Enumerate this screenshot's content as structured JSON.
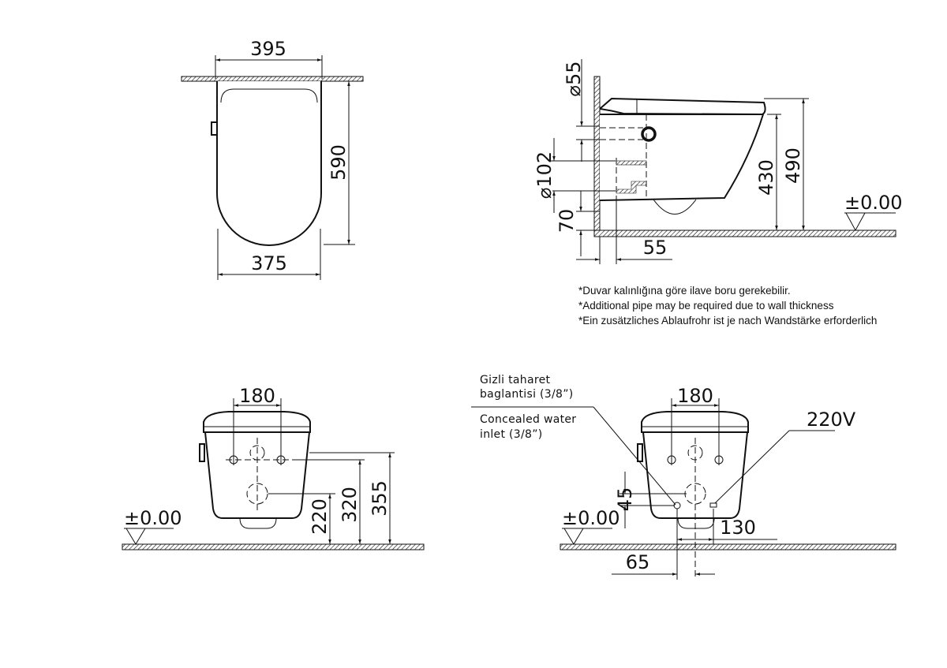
{
  "top_view": {
    "width_top": "395",
    "depth": "590",
    "width_bottom": "375"
  },
  "side_view": {
    "dia_55": "⌀55",
    "dia_102": "⌀102",
    "offset_70": "70",
    "offset_55": "55",
    "height_430": "430",
    "height_490": "490",
    "level": "±0.00"
  },
  "notes": [
    "*Duvar kalınlığına göre ilave boru gerekebilir.",
    "*Additional pipe may be required due to wall thickness",
    "*Ein zusätzliches Ablaufrohr ist je nach Wandstärke erforderlich"
  ],
  "front_view_left": {
    "spacing": "180",
    "h220": "220",
    "h320": "320",
    "h355": "355",
    "level": "±0.00"
  },
  "front_view_right": {
    "label_tr_1": "Gizli  taharet",
    "label_tr_2": "baglantisi  (3/8”)",
    "label_en_1": "Concealed  water",
    "label_en_2": "inlet  (3/8”)",
    "power": "220V",
    "spacing": "180",
    "h45": "45",
    "w130": "130",
    "w65": "65",
    "level": "±0.00"
  }
}
